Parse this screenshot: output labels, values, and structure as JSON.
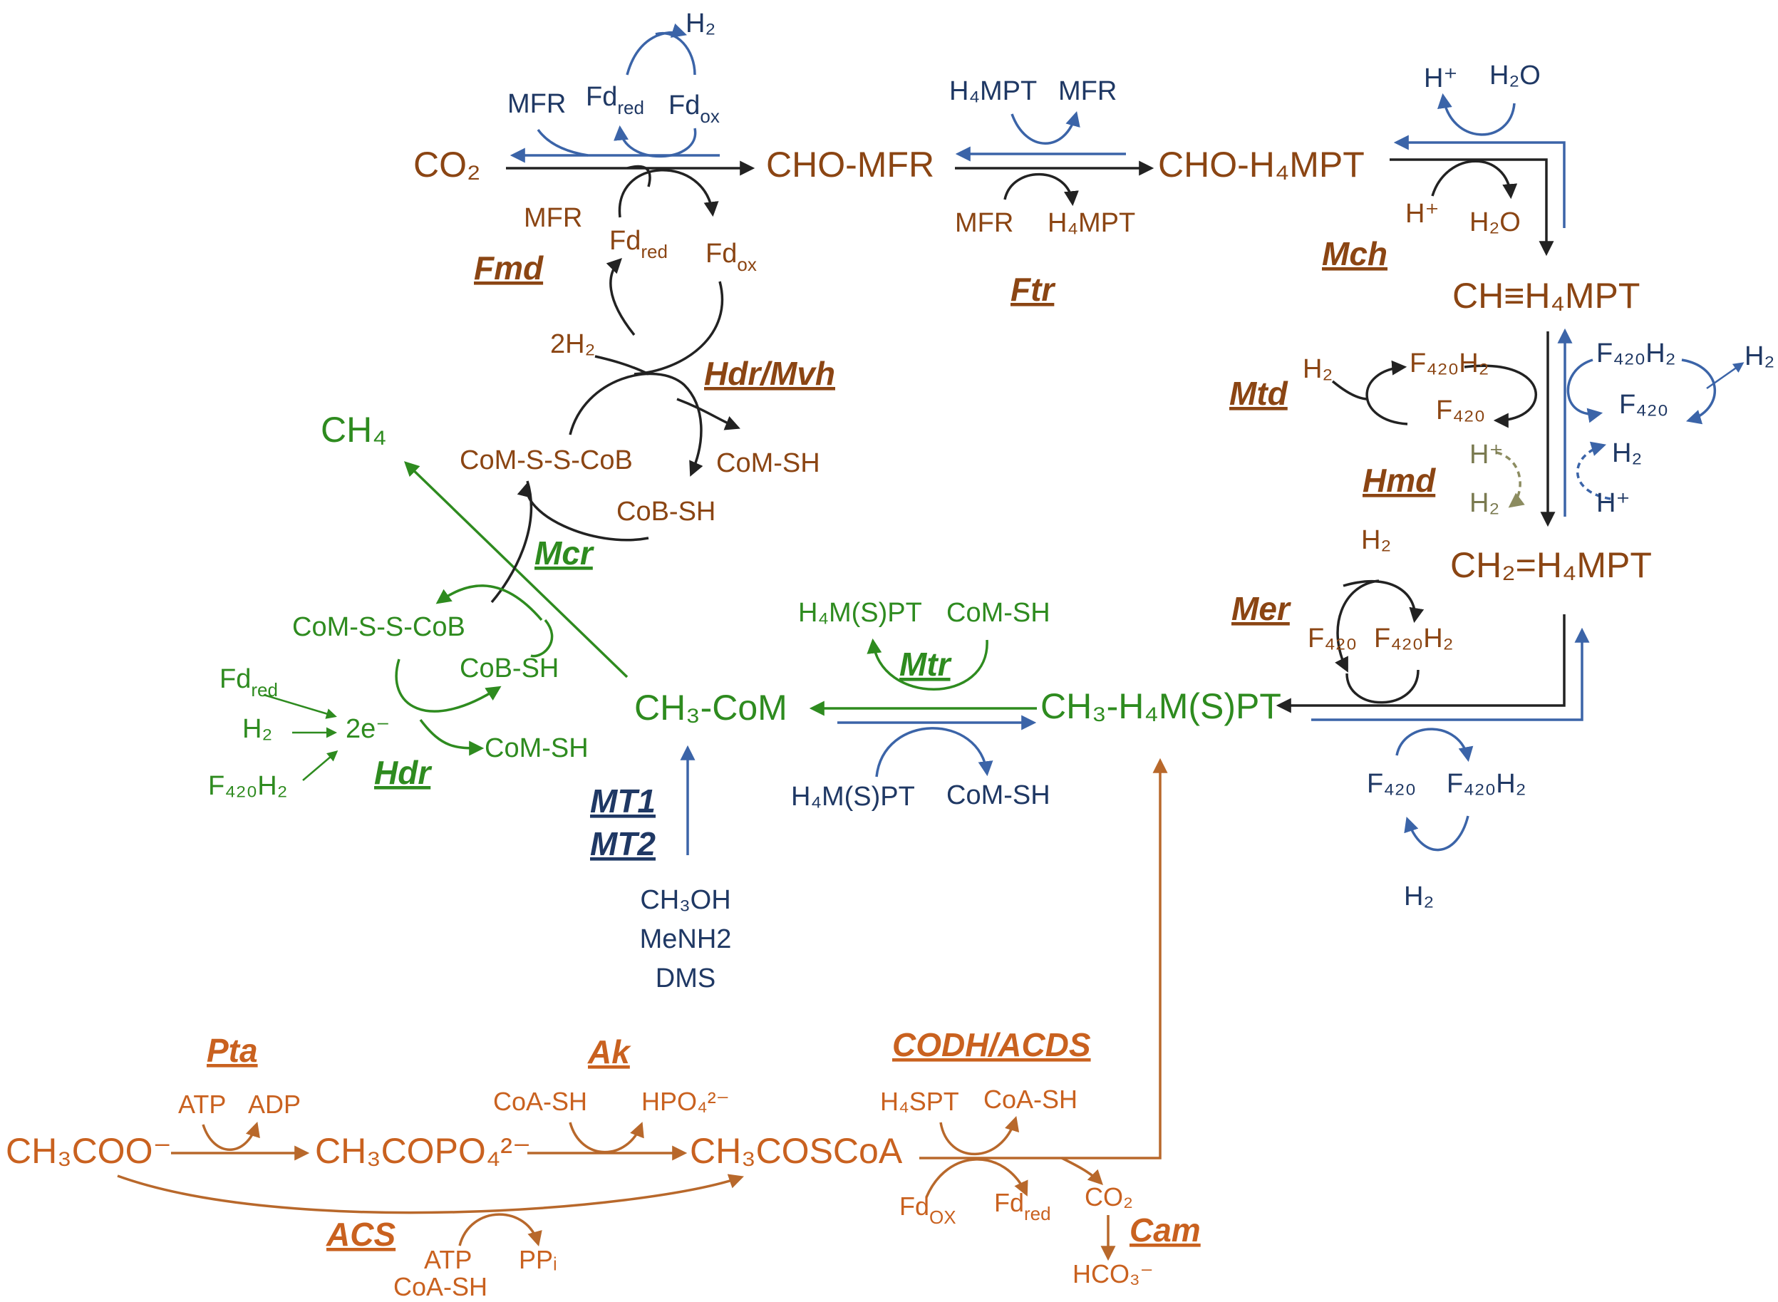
{
  "colors": {
    "hydrogenotrophic": "#8b4513",
    "reverse_pathway": "#1f3864",
    "methylotrophic": "#2e8b1f",
    "aceticlastic": "#c9611f"
  },
  "compounds": {
    "co2": "CO₂",
    "cho_mfr": "CHO-MFR",
    "cho_h4mpt": "CHO-H₄MPT",
    "ch_h4mpt": "CH≡H₄MPT",
    "ch2_h4mpt": "CH₂=H₄MPT",
    "ch3_h4mspt": "CH₃-H₄M(S)PT",
    "ch3_com": "CH₃-CoM",
    "ch4": "CH₄",
    "acetate": "CH₃COO⁻",
    "acetyl_phosphate": "CH₃COPO₄²⁻",
    "acetyl_coa": "CH₃COSCoA",
    "methylated": [
      "CH₃OH",
      "MeNH2",
      "DMS"
    ]
  },
  "enzymes": {
    "fmd": "Fmd",
    "ftr": "Ftr",
    "mch": "Mch",
    "mtd": "Mtd",
    "hmd": "Hmd",
    "mer": "Mer",
    "mtr": "Mtr",
    "mcr": "Mcr",
    "hdr_mvh": "Hdr/Mvh",
    "hdr": "Hdr",
    "mt1": "MT1",
    "mt2": "MT2",
    "pta": "Pta",
    "ak": "Ak",
    "acs": "ACS",
    "codh_acds": "CODH/ACDS",
    "cam": "Cam"
  },
  "cofactors": {
    "h2": "H₂",
    "two_h2": "2H₂",
    "mfr": "MFR",
    "h4mpt": "H₄MPT",
    "fd_red": "Fdred",
    "fd_ox": "Fdox",
    "fd_ox_caps": "FdOX",
    "h_plus": "H⁺",
    "h2o": "H₂O",
    "f420": "F₄₂₀",
    "f420h2": "F₄₂₀H₂",
    "com_s_s_cob": "CoM-S-S-CoB",
    "com_sh": "CoM-SH",
    "cob_sh": "CoB-SH",
    "h4mspt": "H₄M(S)PT",
    "two_e": "2e⁻",
    "atp": "ATP",
    "adp": "ADP",
    "coa_sh": "CoA-SH",
    "hpo4": "HPO₄²⁻",
    "h4spt": "H₄SPT",
    "co2": "CO₂",
    "hco3": "HCO₃⁻",
    "ppi": "PPᵢ"
  }
}
